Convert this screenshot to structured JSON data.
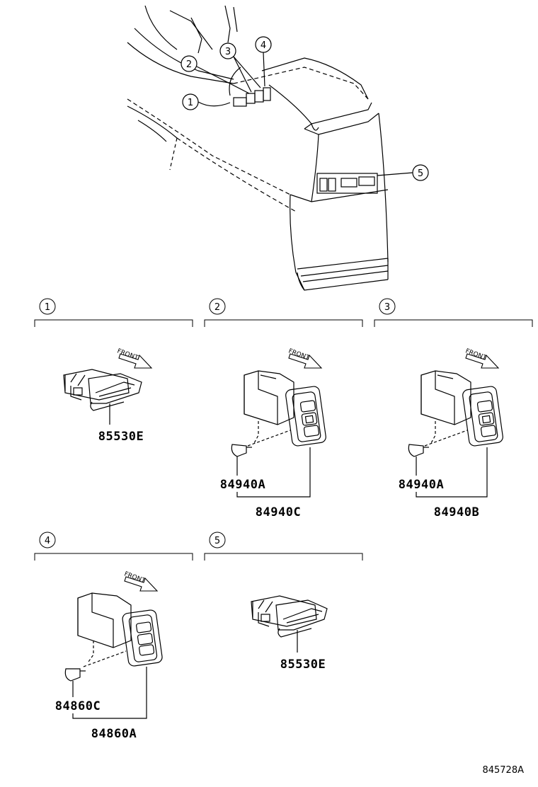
{
  "callouts_overview": [
    "1",
    "2",
    "3",
    "4",
    "5"
  ],
  "sections": [
    {
      "num": "1",
      "parts": [
        "85530E"
      ],
      "arrow": "FRONT"
    },
    {
      "num": "2",
      "parts": [
        "84940A",
        "84940C"
      ],
      "arrow": "FRONT"
    },
    {
      "num": "3",
      "parts": [
        "84940A",
        "84940B"
      ],
      "arrow": "FRONT"
    },
    {
      "num": "4",
      "parts": [
        "84860C",
        "84860A"
      ],
      "arrow": "FRONT"
    },
    {
      "num": "5",
      "parts": [
        "85530E"
      ]
    }
  ],
  "figure_ref": "845728A"
}
